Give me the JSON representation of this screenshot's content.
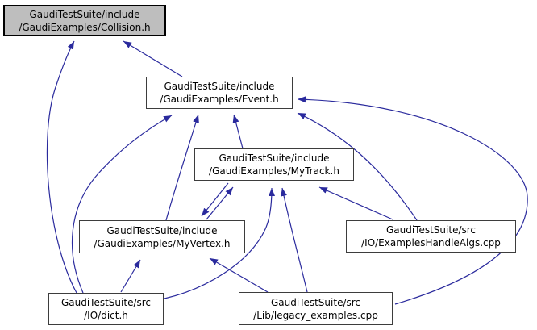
{
  "diagram": {
    "kind": "include-dependency-graph",
    "colors": {
      "background": "#ffffff",
      "edge": "#2a2a9d",
      "node_border": "#3d3d3d",
      "node_fill": "#ffffff",
      "selected_node_fill": "#bebebe",
      "selected_node_border": "#000000",
      "text": "#000000"
    },
    "nodes": [
      {
        "id": "collision",
        "line1": "GaudiTestSuite/include",
        "line2": "/GaudiExamples/Collision.h",
        "selected": true
      },
      {
        "id": "event",
        "line1": "GaudiTestSuite/include",
        "line2": "/GaudiExamples/Event.h",
        "selected": false
      },
      {
        "id": "mytrack",
        "line1": "GaudiTestSuite/include",
        "line2": "/GaudiExamples/MyTrack.h",
        "selected": false
      },
      {
        "id": "myvertex",
        "line1": "GaudiTestSuite/include",
        "line2": "/GaudiExamples/MyVertex.h",
        "selected": false
      },
      {
        "id": "eha",
        "line1": "GaudiTestSuite/src",
        "line2": "/IO/ExamplesHandleAlgs.cpp",
        "selected": false
      },
      {
        "id": "dict",
        "line1": "GaudiTestSuite/src",
        "line2": "/IO/dict.h",
        "selected": false
      },
      {
        "id": "legacy",
        "line1": "GaudiTestSuite/src",
        "line2": "/Lib/legacy_examples.cpp",
        "selected": false
      }
    ],
    "edges": [
      {
        "from": "event",
        "to": "collision"
      },
      {
        "from": "dict",
        "to": "collision"
      },
      {
        "from": "dict",
        "to": "event"
      },
      {
        "from": "myvertex",
        "to": "event"
      },
      {
        "from": "mytrack",
        "to": "event"
      },
      {
        "from": "eha",
        "to": "event"
      },
      {
        "from": "legacy",
        "to": "event"
      },
      {
        "from": "myvertex",
        "to": "mytrack"
      },
      {
        "from": "mytrack",
        "to": "myvertex"
      },
      {
        "from": "dict",
        "to": "mytrack"
      },
      {
        "from": "legacy",
        "to": "mytrack"
      },
      {
        "from": "eha",
        "to": "mytrack"
      },
      {
        "from": "dict",
        "to": "myvertex"
      },
      {
        "from": "legacy",
        "to": "myvertex"
      }
    ]
  }
}
